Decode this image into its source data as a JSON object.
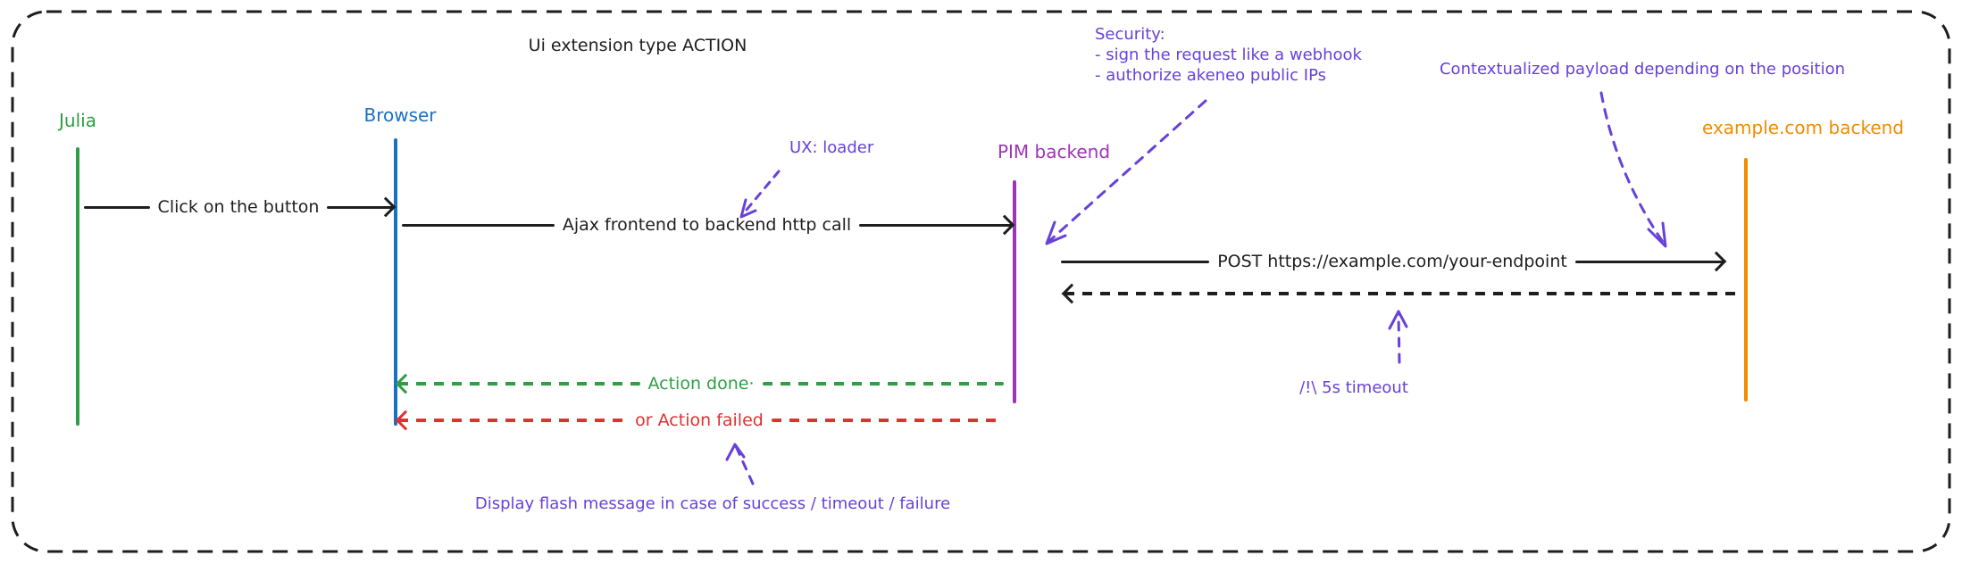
{
  "diagram": {
    "title": "Ui extension type ACTION",
    "actors": {
      "julia": {
        "label": "Julia",
        "color": "#2f9e44"
      },
      "browser": {
        "label": "Browser",
        "color": "#1971c2"
      },
      "pim": {
        "label": "PIM backend",
        "color": "#9c36b5"
      },
      "example": {
        "label": "example.com backend",
        "color": "#f08c00"
      }
    },
    "messages": {
      "click": {
        "label": "Click on the button",
        "from": "Julia",
        "to": "Browser",
        "style": "solid",
        "color": "#1e1e1e"
      },
      "ajax": {
        "label": "Ajax frontend to backend http call",
        "from": "Browser",
        "to": "PIM backend",
        "style": "solid",
        "color": "#1e1e1e"
      },
      "post": {
        "label": "POST https://example.com/your-endpoint",
        "from": "PIM backend",
        "to": "example.com backend",
        "style": "solid",
        "color": "#1e1e1e"
      },
      "response": {
        "label": "",
        "from": "example.com backend",
        "to": "PIM backend",
        "style": "dashed",
        "color": "#1e1e1e"
      },
      "action_done": {
        "label": "Action done·",
        "from": "PIM backend",
        "to": "Browser",
        "style": "dashed",
        "color": "#2f9e44"
      },
      "action_failed": {
        "label": "or Action failed",
        "from": "PIM backend",
        "to": "Browser",
        "style": "dashed",
        "color": "#e03131"
      }
    },
    "annotations": {
      "ux_loader": {
        "text": "UX: loader",
        "color": "#6741d9"
      },
      "security": {
        "line1": "Security:",
        "line2": "- sign the request like a webhook",
        "line3": "- authorize akeneo public IPs",
        "color": "#6741d9"
      },
      "contextualized_payload": {
        "text": "Contextualized payload depending on the position",
        "color": "#6741d9"
      },
      "timeout": {
        "text": "/!\\ 5s timeout",
        "color": "#6741d9"
      },
      "flash_message": {
        "text": "Display flash message in case of success / timeout / failure",
        "color": "#6741d9"
      }
    }
  }
}
